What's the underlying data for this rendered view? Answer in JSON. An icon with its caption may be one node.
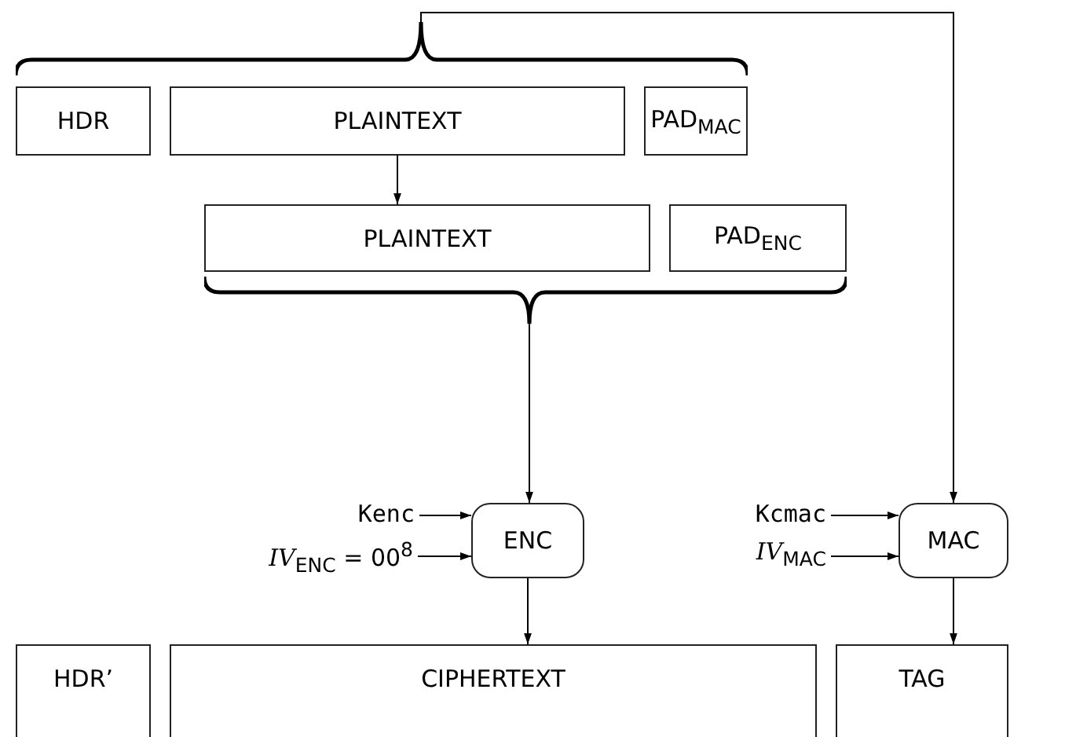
{
  "diagram": {
    "nodes": [
      {
        "text": [],
        "shape": "brace"
      },
      {
        "text": [
          "HDR"
        ]
      },
      {
        "text": [
          "PLAINTEXT"
        ]
      },
      {
        "text": [
          "PAD$_{MAC}$"
        ]
      },
      {
        "text": [
          "PLAINTEXT"
        ]
      },
      {
        "text": [
          "PAD$_{ENC}$"
        ]
      },
      {
        "text": [],
        "shape": "brace"
      },
      {
        "text": [
          "Kenc"
        ]
      },
      {
        "text": [
          "*IV*$_{ENC}$ = 00$^{8}$"
        ]
      },
      {
        "text": [
          "ENC"
        ]
      },
      {
        "text": [
          "Kcmac"
        ]
      },
      {
        "text": [
          "*IV*$_{MAC}$"
        ]
      },
      {
        "text": [
          "MAC"
        ]
      },
      {
        "text": [
          "HDR’"
        ]
      },
      {
        "text": [
          "CIPHERTEXT"
        ]
      },
      {
        "text": [
          "TAG"
        ]
      }
    ],
    "edges": [
      {
        "from": 0,
        "to": 12,
        "arrow": "to"
      },
      {
        "from": 2,
        "to": 4,
        "arrow": "to"
      },
      {
        "from": 6,
        "to": 9,
        "arrow": "to"
      },
      {
        "from": 7,
        "to": 9,
        "arrow": "to"
      },
      {
        "from": 8,
        "to": 9,
        "arrow": "to"
      },
      {
        "from": 9,
        "to": 14,
        "arrow": "to"
      },
      {
        "from": 10,
        "to": 12,
        "arrow": "to"
      },
      {
        "from": 11,
        "to": 12,
        "arrow": "to"
      },
      {
        "from": 12,
        "to": 15,
        "arrow": "to"
      }
    ]
  }
}
